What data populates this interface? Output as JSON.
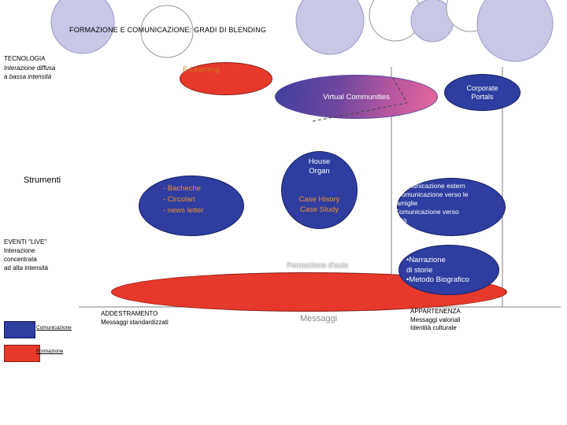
{
  "title": "FORMAZIONE E COMUNICAZIONE: GRADI DI BLENDING",
  "axis_labels": {
    "tecnologia": [
      "TECNOLOGIA",
      "Interazione diffusa",
      "a bassa intensità"
    ],
    "strumenti": "Strumenti",
    "eventi_live": [
      "EVENTI \"LIVE\"",
      "Interazione",
      "concentrata",
      "ad alta intensità"
    ]
  },
  "shapes": {
    "e_learning": {
      "label": "E-Learning"
    },
    "virtual_communities": {
      "label": "Virtual Communities"
    },
    "corporate_portals": {
      "lines": [
        "Corporate",
        "Portals"
      ]
    },
    "house_organ": {
      "white_lines": [
        "House",
        "Organ"
      ],
      "orange_lines": [
        "Case Hisory",
        "Case Study"
      ]
    },
    "bacheche": {
      "lines": [
        "- Bacheche",
        "- Circolari",
        "- news letter"
      ]
    },
    "comunicazione_esterna": {
      "lines": [
        "- Comunicazione estern",
        "-Comunicazione verso le",
        "famiglie",
        "Comunicazione verso",
        "…tà"
      ]
    },
    "formazione_aula": {
      "label": "Formazione d'aula"
    },
    "narrazione": {
      "lines": [
        "•Narrazione",
        "di storie",
        "•Metodo Biografico"
      ]
    }
  },
  "legend": [
    {
      "label": "Comunicazione",
      "color": "#2e3d9f"
    },
    {
      "label": "Formazione",
      "color": "#e6392b"
    }
  ],
  "bottom_row": {
    "addestramento": [
      "ADDESTRAMENTO",
      "Messaggi standardizzati"
    ],
    "messaggi": "Messaggi",
    "appartenenza": [
      "APPARTENENZA",
      "Messaggi valoriali",
      "Identità culturale"
    ]
  },
  "colors": {
    "red": "#e6392b",
    "blue": "#2e3d9f",
    "orange_on_blue": "#ef9231",
    "orange_on_red": "#cf7c1f",
    "gradient_left": "#3f3f9e",
    "gradient_right": "#e4689a",
    "decorative_circle": "#c9c7e6",
    "grid_line": "#7f7f7f",
    "messaggi_gray": "#8a8a8a"
  }
}
